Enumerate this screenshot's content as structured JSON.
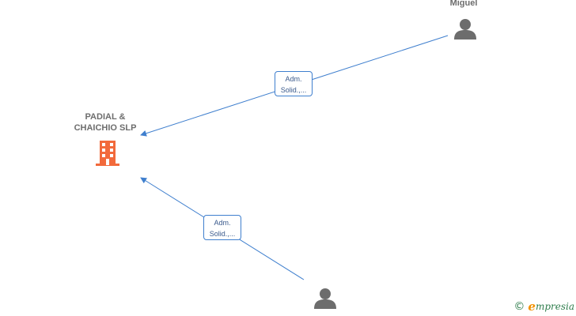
{
  "nodes": {
    "company": {
      "name_line1": "PADIAL &",
      "name_line2": "CHAICHIO  SLP"
    },
    "person_top": {
      "name": "Miguel"
    },
    "person_bottom": {
      "name": ""
    }
  },
  "edges": [
    {
      "line1": "Adm.",
      "line2": "Solid.,..."
    },
    {
      "line1": "Adm.",
      "line2": "Solid.,..."
    }
  ],
  "brand": {
    "copyright": "©",
    "initial": "e",
    "rest": "mpresia"
  },
  "colors": {
    "edge": "#3f7fce",
    "company_icon": "#f26a3c",
    "person_icon": "#6d6d6d",
    "brand_green": "#2f7d4c",
    "brand_orange": "#f29100"
  },
  "icons": {
    "company": "building-icon",
    "person": "person-icon"
  }
}
